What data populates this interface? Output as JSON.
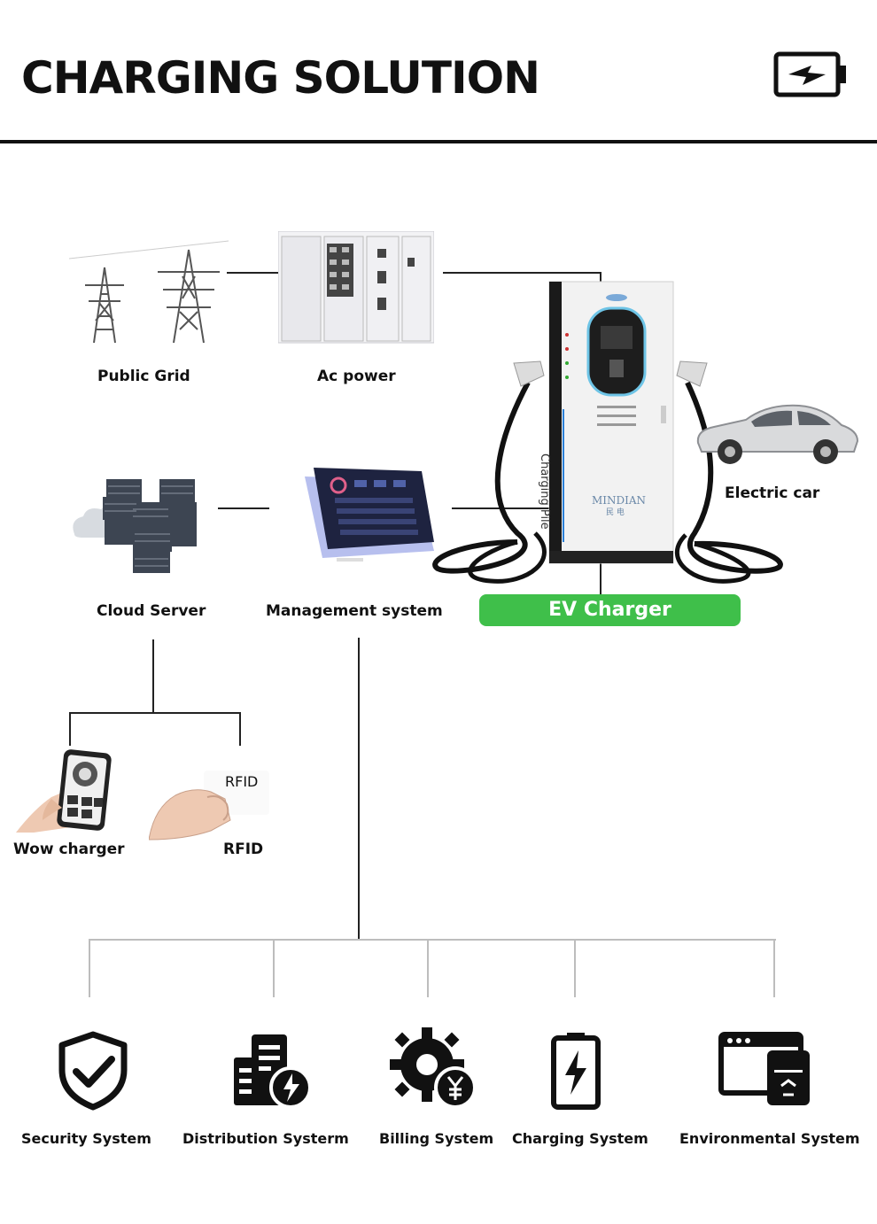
{
  "header": {
    "title": "CHARGING SOLUTION",
    "icon": "battery-charging-icon"
  },
  "nodes": {
    "public_grid": "Public Grid",
    "ac_power": "Ac power",
    "cloud_server": "Cloud Server",
    "management_system": "Management system",
    "ev_charger": "EV Charger",
    "electric_car": "Electric car",
    "wow_charger": "Wow charger",
    "rfid": "RFID",
    "rfid_card_text": "RFID"
  },
  "charger_unit": {
    "side_text": "Charging Pile",
    "brand": "MINDIAN",
    "brand_sub": "民 电"
  },
  "systems": [
    {
      "label": "Security System",
      "icon": "shield-check-icon"
    },
    {
      "label": "Distribution Systerm",
      "icon": "distribution-icon"
    },
    {
      "label": "Billing System",
      "icon": "gear-yen-icon"
    },
    {
      "label": "Charging System",
      "icon": "battery-bolt-icon"
    },
    {
      "label": "Environmental System",
      "icon": "cabinet-recycle-icon"
    }
  ],
  "colors": {
    "accent_green": "#3fbf4a",
    "ink": "#111111"
  }
}
